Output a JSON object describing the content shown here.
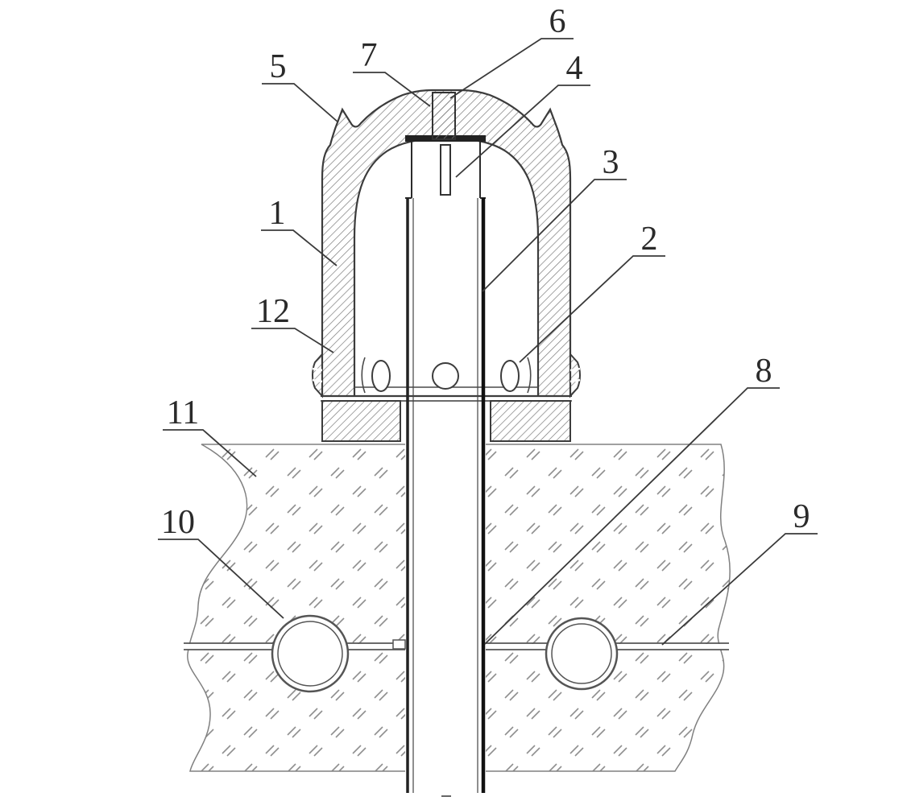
{
  "figure": {
    "type": "patent-cross-section-diagram",
    "description": "Cross-section of an anchored bell-shaped housing with central pipe passing into hatched soil containing two buried pipes",
    "labels": [
      {
        "part": "1",
        "text": "1"
      },
      {
        "part": "2",
        "text": "2"
      },
      {
        "part": "3",
        "text": "3"
      },
      {
        "part": "4",
        "text": "4"
      },
      {
        "part": "5",
        "text": "5"
      },
      {
        "part": "6",
        "text": "6"
      },
      {
        "part": "7",
        "text": "7"
      },
      {
        "part": "8",
        "text": "8"
      },
      {
        "part": "9",
        "text": "9"
      },
      {
        "part": "10",
        "text": "10"
      },
      {
        "part": "11",
        "text": "11"
      },
      {
        "part": "12",
        "text": "12"
      }
    ]
  },
  "colors": {
    "ink": "#3c3c3c",
    "hatch": "#7a7a7a",
    "soil_mark": "#8f8f8f",
    "background": "#ffffff"
  }
}
